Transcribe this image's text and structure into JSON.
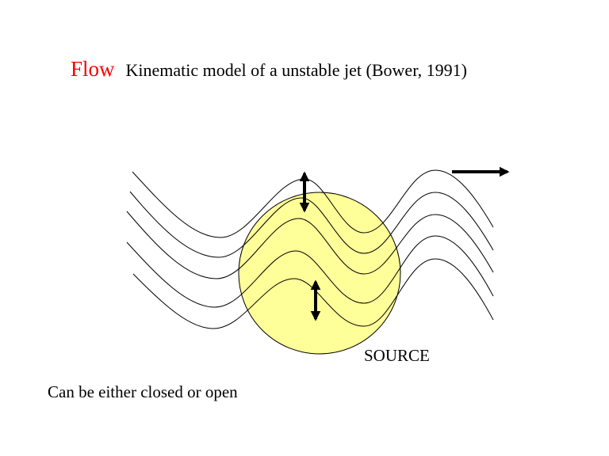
{
  "title": {
    "flow_word": "Flow",
    "text": "Kinematic model of a unstable jet (Bower, 1991)"
  },
  "source_label": "SOURCE",
  "note": "Can be either closed or open",
  "colors": {
    "flow_word": "#ff0000",
    "source_fill": "#ffff99",
    "lines": "#000000"
  },
  "diagram": {
    "streamline_count": 5,
    "icons": [
      "flow-direction-arrow",
      "oscillation-arrow-upper",
      "oscillation-arrow-lower"
    ]
  }
}
